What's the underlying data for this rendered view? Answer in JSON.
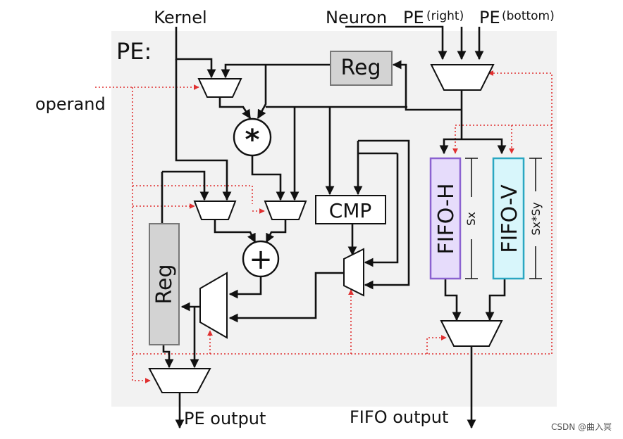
{
  "diagram": {
    "pe_label": "PE:",
    "inputs": {
      "kernel": "Kernel",
      "neuron": "Neuron",
      "pe_right_prefix": "PE",
      "pe_right_sub": "(right)",
      "pe_bottom_prefix": "PE",
      "pe_bottom_sub": "(bottom)",
      "operand": "operand"
    },
    "blocks": {
      "reg_top": "Reg",
      "reg_left": "Reg",
      "multiply": "*",
      "add": "+",
      "cmp": "CMP",
      "fifo_h": "FIFO-H",
      "fifo_v": "FIFO-V",
      "fifo_h_depth": "Sx",
      "fifo_v_depth": "Sx*Sy"
    },
    "outputs": {
      "pe_output": "PE output",
      "fifo_output": "FIFO output"
    },
    "colors": {
      "pe_background": "#f2f2f2",
      "reg_fill": "#d3d3d3",
      "fifo_h_fill": "#e6dcfb",
      "fifo_h_border": "#8b62d0",
      "fifo_v_fill": "#d8f6fb",
      "fifo_v_border": "#2aa7c2",
      "control_line": "#e03030",
      "data_line": "#111111"
    }
  },
  "watermark": "CSDN @曲入冥"
}
